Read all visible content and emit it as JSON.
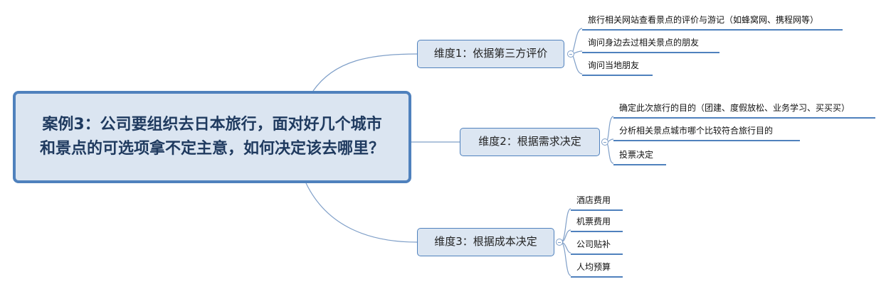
{
  "mindmap": {
    "root": {
      "text": "案例3：公司要组织去日本旅行，面对好几个城市和景点的可选项拿不定主意，如何决定该去哪里？"
    },
    "branches": [
      {
        "label": "维度1：依据第三方评价",
        "leaves": [
          "旅行相关网站查看景点的评价与游记（如蜂窝网、携程网等）",
          "询问身边去过相关景点的朋友",
          "询问当地朋友"
        ]
      },
      {
        "label": "维度2：根据需求决定",
        "leaves": [
          "确定此次旅行的目的（团建、度假放松、业务学习、买买买）",
          "分析相关景点城市哪个比较符合旅行目的",
          "投票决定"
        ]
      },
      {
        "label": "维度3：根据成本决定",
        "leaves": [
          "酒店费用",
          "机票费用",
          "公司贴补",
          "人均预算"
        ]
      }
    ],
    "colors": {
      "line": "#7f9fc8",
      "border": "#4f81bd",
      "node_fill": "#dce6f2",
      "root_fill": "#dbe5f1"
    }
  }
}
